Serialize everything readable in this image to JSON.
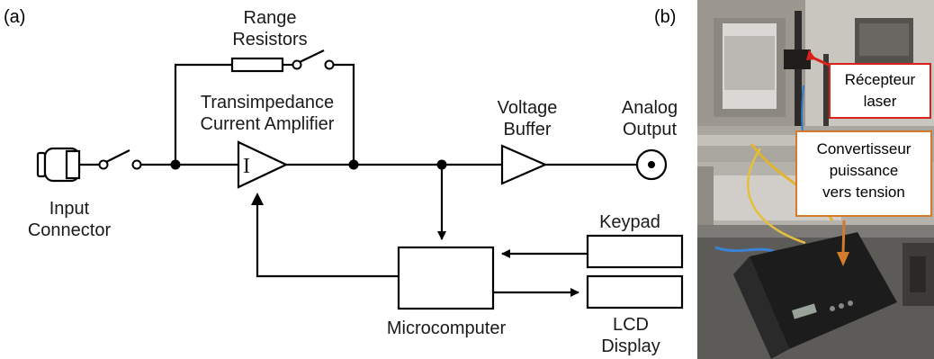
{
  "panels": {
    "a_label": "(a)",
    "b_label": "(b)"
  },
  "diagram": {
    "range_resistors": [
      "Range",
      "Resistors"
    ],
    "transimpedance": [
      "Transimpedance",
      "Current Amplifier"
    ],
    "amp_symbol": "I",
    "voltage_buffer": [
      "Voltage",
      "Buffer"
    ],
    "analog_output": [
      "Analog",
      "Output"
    ],
    "input_connector": [
      "Input",
      "Connector"
    ],
    "keypad": "Keypad",
    "microcomputer": "Microcomputer",
    "lcd_display": [
      "LCD",
      "Display"
    ]
  },
  "photo": {
    "callout_receiver": [
      "Récepteur",
      "laser"
    ],
    "callout_converter": [
      "Convertisseur",
      "puissance",
      "vers tension"
    ],
    "colors": {
      "receiver_border": "#d9201a",
      "converter_border": "#d47a2c",
      "arrow_red": "#d9201a",
      "arrow_orange": "#d47a2c"
    }
  }
}
